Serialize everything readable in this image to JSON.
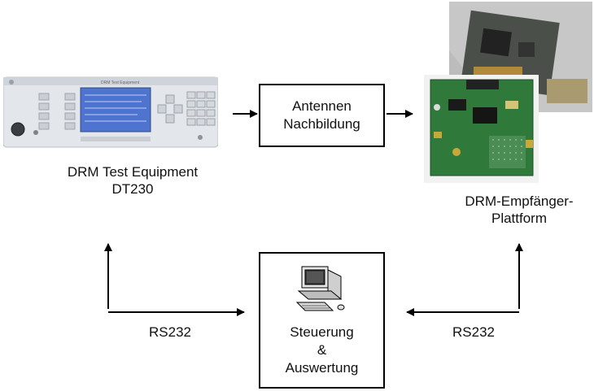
{
  "equipment": {
    "name_line1": "DRM Test Equipment",
    "name_line2": "DT230",
    "panel_caption": "DRM Test Equipment"
  },
  "antenna_box": {
    "line1": "Antennen",
    "line2": "Nachbildung"
  },
  "receiver": {
    "line1": "DRM-Empfänger-",
    "line2": "Plattform"
  },
  "control_box": {
    "line1": "Steuerung",
    "line2": "&",
    "line3": "Auswertung"
  },
  "links": {
    "left_label": "RS232",
    "right_label": "RS232"
  },
  "colors": {
    "line": "#000000",
    "pcb_green": "#2f7a3a",
    "device_body": "#dfe3e8",
    "screen_blue": "#5b7fd6"
  }
}
